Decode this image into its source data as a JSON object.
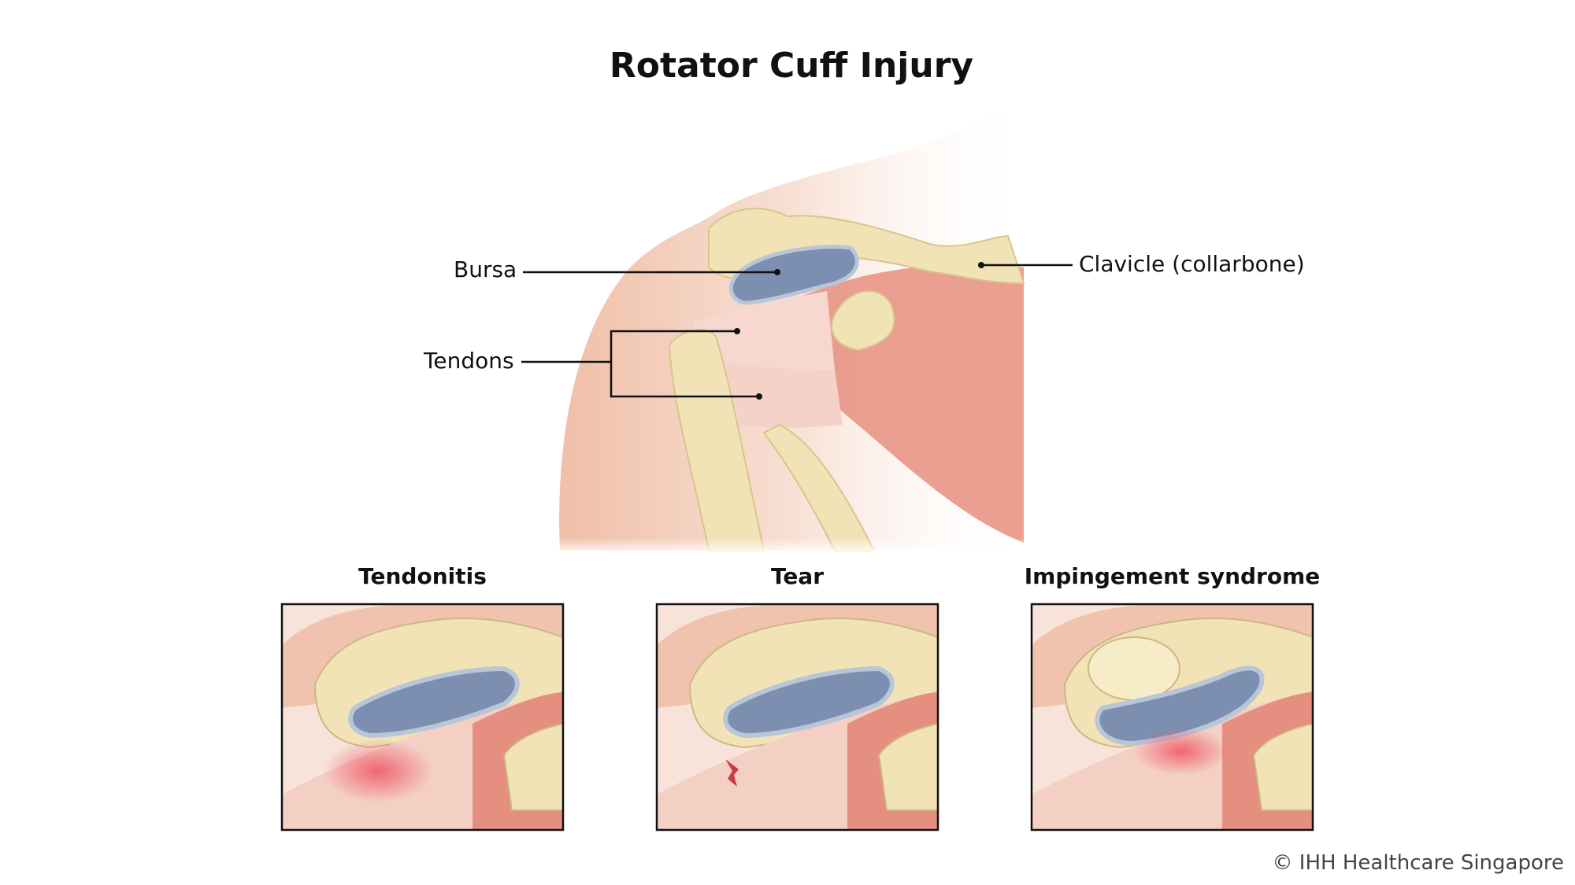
{
  "title": "Rotator Cuff Injury",
  "labels": {
    "bursa": "Bursa",
    "tendons": "Tendons",
    "clavicle": "Clavicle (collarbone)"
  },
  "panels": [
    {
      "title": "Tendonitis"
    },
    {
      "title": "Tear"
    },
    {
      "title": "Impingement syndrome"
    }
  ],
  "copyright": "© IHH Healthcare Singapore",
  "colors": {
    "skin": "#f3c9b4",
    "bone": "#f1e3b5",
    "bursa": "#7d8fb0",
    "muscle": "#e58f80",
    "inflammation": "#ee5a6a"
  }
}
